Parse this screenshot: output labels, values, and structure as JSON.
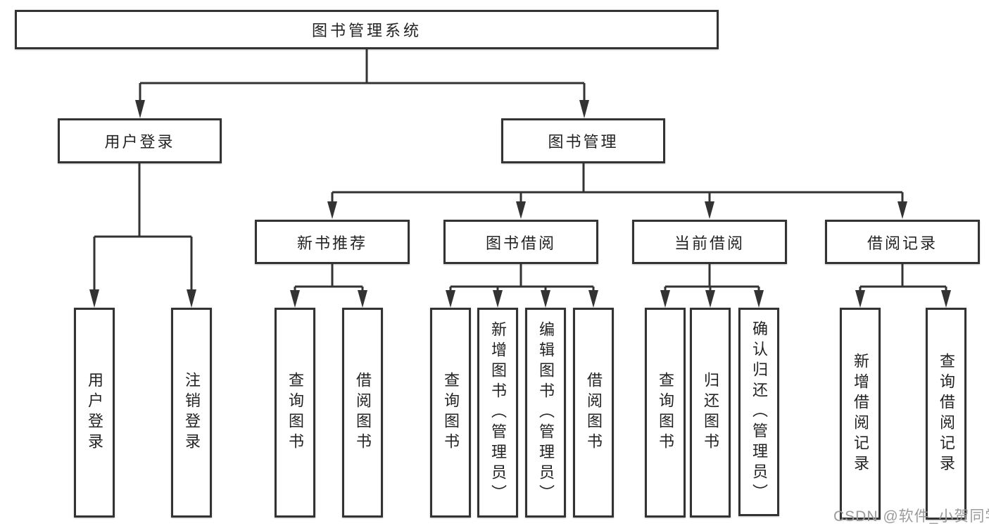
{
  "diagram": {
    "root": {
      "label": "图书管理系统"
    },
    "level2": [
      {
        "id": "user-login",
        "label": "用户登录"
      },
      {
        "id": "book-management",
        "label": "图书管理"
      }
    ],
    "level3": [
      {
        "id": "new-book-recommend",
        "label": "新书推荐",
        "parent": "图书管理"
      },
      {
        "id": "book-borrowing",
        "label": "图书借阅",
        "parent": "图书管理"
      },
      {
        "id": "current-borrowing",
        "label": "当前借阅",
        "parent": "图书管理"
      },
      {
        "id": "borrowing-records",
        "label": "借阅记录",
        "parent": "图书管理"
      }
    ],
    "leaves": [
      {
        "label": "用户登录",
        "parent": "用户登录"
      },
      {
        "label": "注销登录",
        "parent": "用户登录"
      },
      {
        "label": "查询图书",
        "parent": "新书推荐"
      },
      {
        "label": "借阅图书",
        "parent": "新书推荐"
      },
      {
        "label": "查询图书",
        "parent": "图书借阅"
      },
      {
        "label": "新增图书（管理员）",
        "parent": "图书借阅"
      },
      {
        "label": "编辑图书（管理员）",
        "parent": "图书借阅"
      },
      {
        "label": "借阅图书",
        "parent": "图书借阅"
      },
      {
        "label": "查询图书",
        "parent": "当前借阅"
      },
      {
        "label": "归还图书",
        "parent": "当前借阅"
      },
      {
        "label": "确认归还（管理员）",
        "parent": "当前借阅"
      },
      {
        "label": "新增借阅记录",
        "parent": "借阅记录"
      },
      {
        "label": "查询借阅记录",
        "parent": "借阅记录"
      }
    ],
    "line_color": "#333333",
    "text_color": "#232323",
    "background_color": "#ffffff"
  },
  "watermark": {
    "text": "CSDN @软件_小贺同学",
    "color": "#9b9b9b"
  }
}
